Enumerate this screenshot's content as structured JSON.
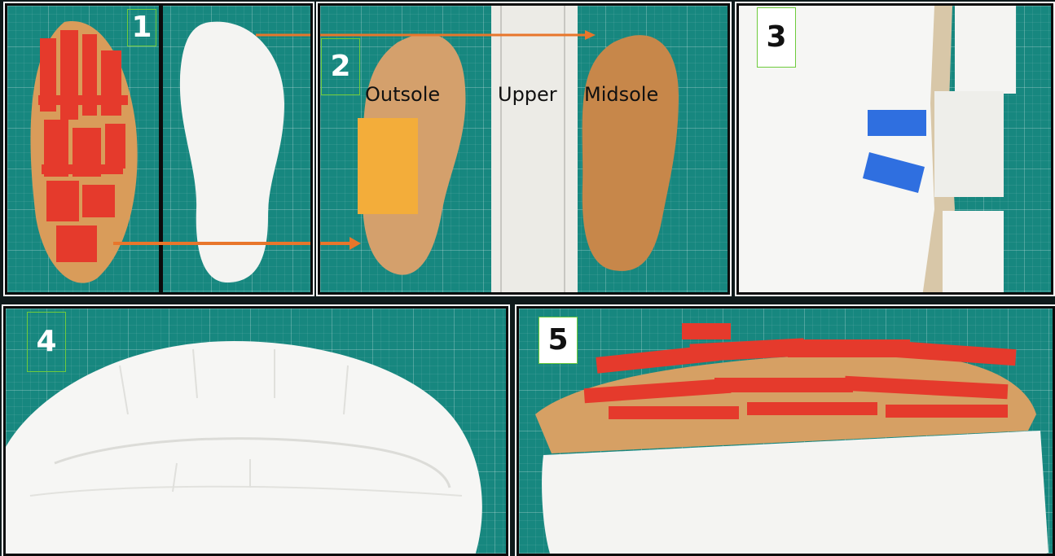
{
  "steps": [
    {
      "number": "1"
    },
    {
      "number": "2",
      "labels": [
        "Outsole",
        "Upper",
        "Midsole"
      ]
    },
    {
      "number": "3"
    },
    {
      "number": "4"
    },
    {
      "number": "5"
    }
  ],
  "colors": {
    "mat_green": "#17877f",
    "cardboard": "#d99c5a",
    "paint_red": "#e53a2c",
    "paper_white": "#f4f4f2",
    "highlight_orange": "#f3ad3a",
    "tape_blue": "#2f6fe0",
    "arrow_orange": "#e8762b",
    "label_border_green": "#6ecb3c"
  }
}
